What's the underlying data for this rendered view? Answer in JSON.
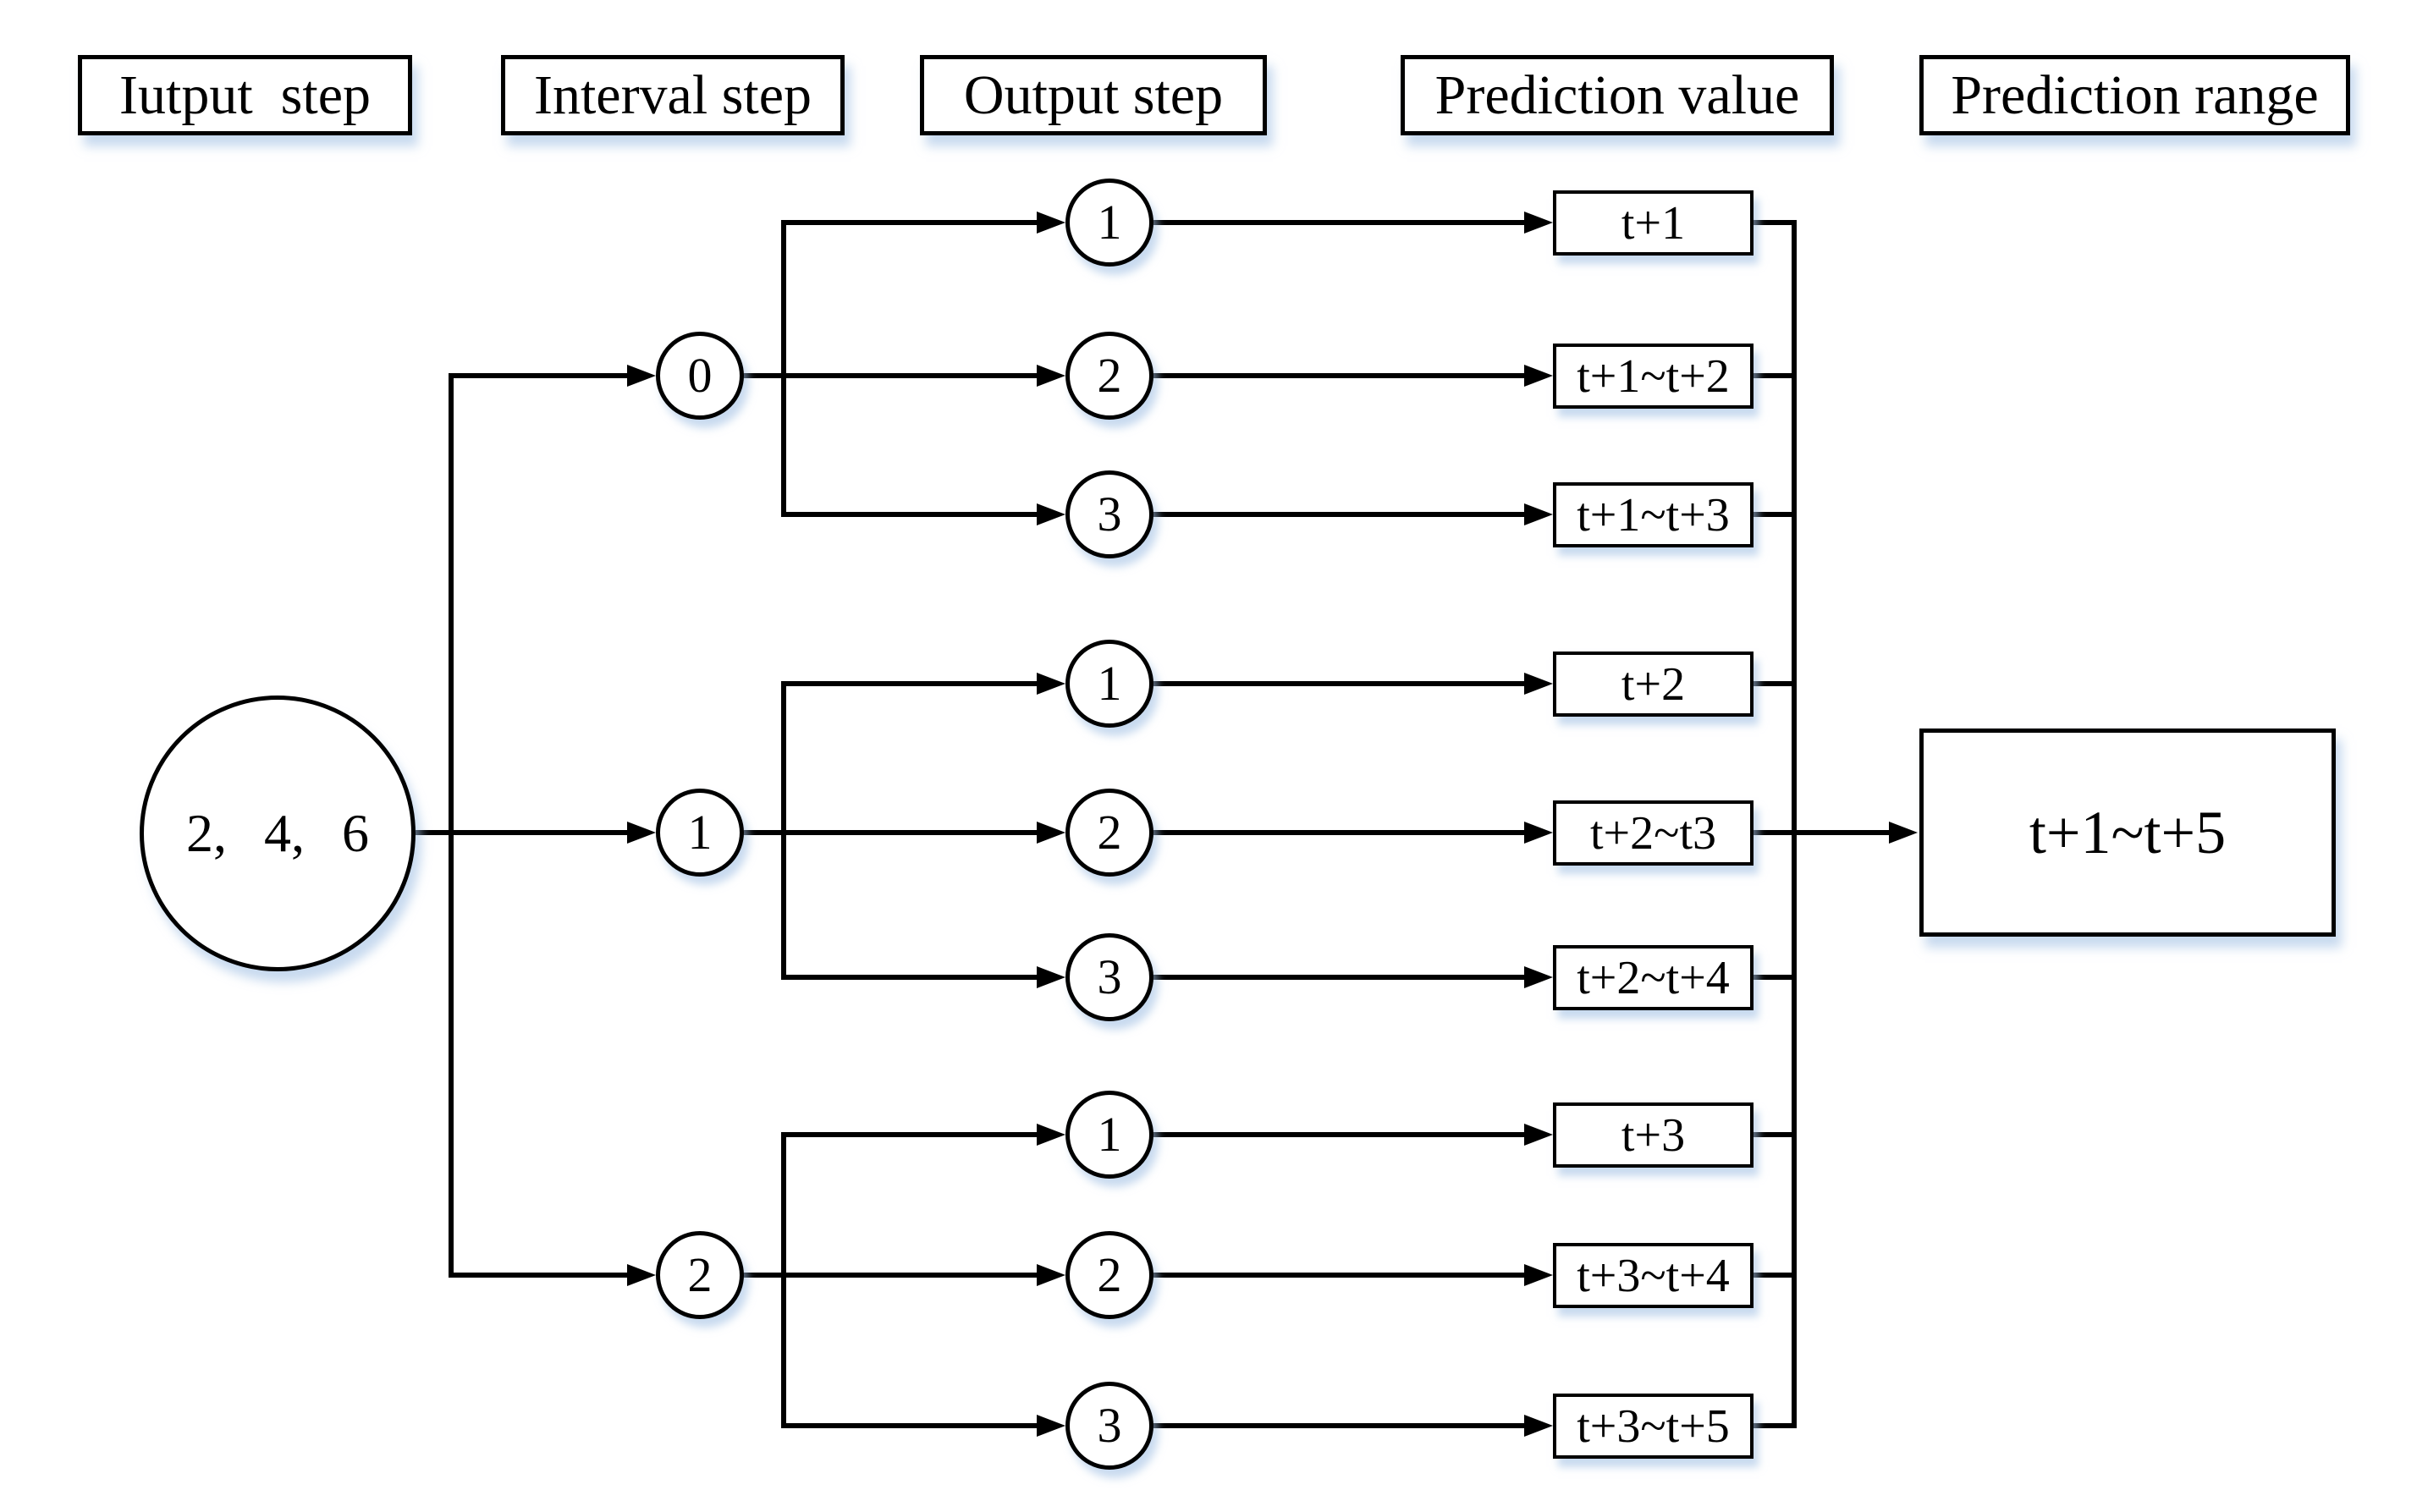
{
  "headers": [
    {
      "label": "Iutput  step"
    },
    {
      "label": "Interval step"
    },
    {
      "label": "Output step"
    },
    {
      "label": "Prediction value"
    },
    {
      "label": "Prediction range"
    }
  ],
  "input_node": {
    "label": "2, 4, 6"
  },
  "branches": [
    {
      "interval": "0",
      "outputs": [
        {
          "step": "1",
          "value": "t+1"
        },
        {
          "step": "2",
          "value": "t+1~t+2"
        },
        {
          "step": "3",
          "value": "t+1~t+3"
        }
      ]
    },
    {
      "interval": "1",
      "outputs": [
        {
          "step": "1",
          "value": "t+2"
        },
        {
          "step": "2",
          "value": "t+2~t3"
        },
        {
          "step": "3",
          "value": "t+2~t+4"
        }
      ]
    },
    {
      "interval": "2",
      "outputs": [
        {
          "step": "1",
          "value": "t+3"
        },
        {
          "step": "2",
          "value": "t+3~t+4"
        },
        {
          "step": "3",
          "value": "t+3~t+5"
        }
      ]
    }
  ],
  "prediction_range": {
    "label": "t+1~t+5"
  },
  "colors": {
    "line": "#000000",
    "shadow": "#a3c1e5"
  }
}
